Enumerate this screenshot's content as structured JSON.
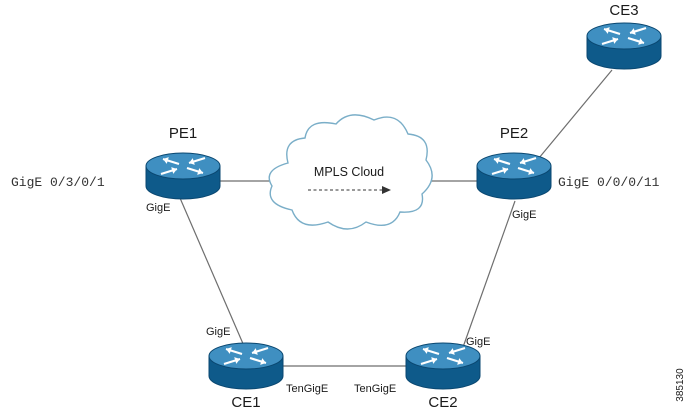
{
  "diagram": {
    "nodes": {
      "pe1": {
        "label": "PE1"
      },
      "pe2": {
        "label": "PE2"
      },
      "ce1": {
        "label": "CE1"
      },
      "ce2": {
        "label": "CE2"
      },
      "ce3": {
        "label": "CE3"
      }
    },
    "cloud": {
      "label": "MPLS Cloud"
    },
    "interfaces": {
      "pe1_left": "GigE 0/3/0/1",
      "pe1_bottom": "GigE",
      "pe2_right": "GigE 0/0/0/11",
      "pe2_bottom": "GigE",
      "ce1_top": "GigE",
      "ce1_right": "TenGigE",
      "ce2_left": "TenGigE",
      "ce2_top": "GigE"
    },
    "figure_id": "385130"
  },
  "colors": {
    "router_body": "#0e5a8a",
    "router_top": "#3f8fc1",
    "router_rim": "#0a4770",
    "arrow": "#ffffff",
    "link": "#6e6e6e",
    "cloud_stroke": "#7aaec8",
    "cloud_fill": "#ffffff"
  }
}
